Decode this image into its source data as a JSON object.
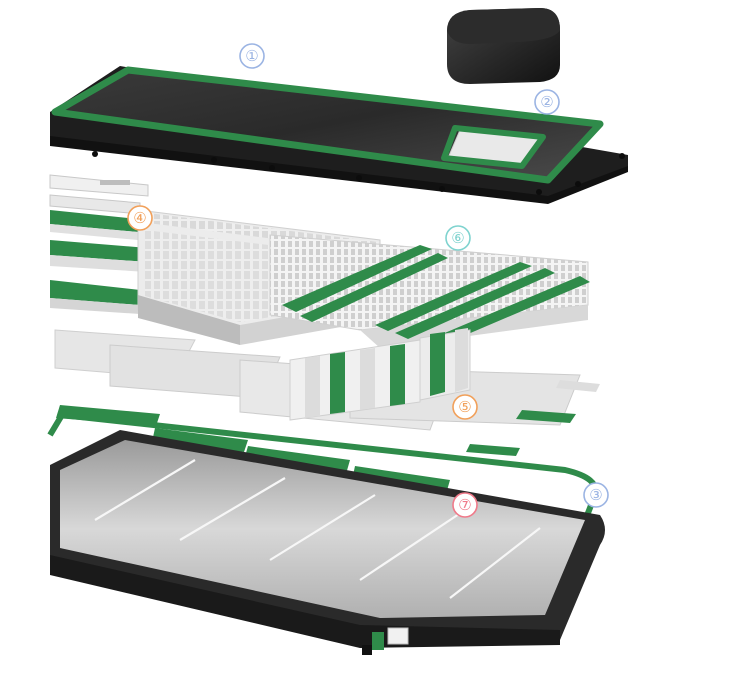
{
  "callouts": [
    {
      "id": "callout-1",
      "label": "①",
      "color": "#9bb4e3"
    },
    {
      "id": "callout-2",
      "label": "②",
      "color": "#9bb4e3"
    },
    {
      "id": "callout-3",
      "label": "③",
      "color": "#9bb4e3"
    },
    {
      "id": "callout-4",
      "label": "④",
      "color": "#f1a05a"
    },
    {
      "id": "callout-5",
      "label": "⑤",
      "color": "#f1a05a"
    },
    {
      "id": "callout-6",
      "label": "⑥",
      "color": "#7fd3cf"
    },
    {
      "id": "callout-7",
      "label": "⑦",
      "color": "#f07a8a"
    }
  ],
  "colors": {
    "gasket_green": "#2f8b4a",
    "gasket_dark": "#1f6b36",
    "cover_dark": "#2a2a2a",
    "tray_metal": "#c9c9c9",
    "cell_grey": "#e4e4e4",
    "cap_black": "#1c1c1c"
  },
  "components": [
    {
      "name": "top-cover",
      "icon": "cover-icon"
    },
    {
      "name": "vent-cap",
      "icon": "cap-icon"
    },
    {
      "name": "upper-gasket",
      "icon": "gasket-icon"
    },
    {
      "name": "lower-gasket",
      "icon": "gasket-icon"
    },
    {
      "name": "busbars",
      "icon": "busbar-icon"
    },
    {
      "name": "cooling-plates",
      "icon": "plate-icon"
    },
    {
      "name": "cell-modules",
      "icon": "cell-icon"
    },
    {
      "name": "bottom-tray",
      "icon": "tray-icon"
    }
  ]
}
